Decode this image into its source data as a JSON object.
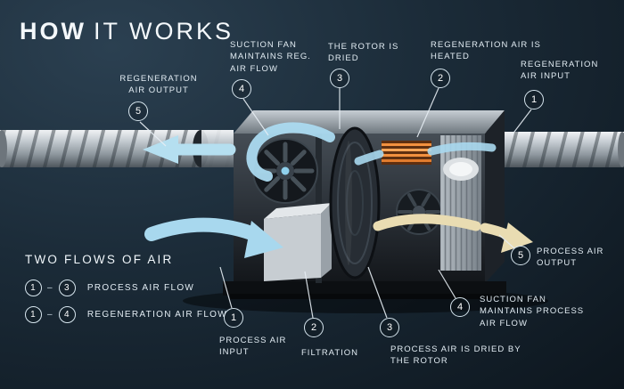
{
  "title": {
    "strong": "HOW",
    "light": "IT WORKS"
  },
  "legend": {
    "heading": "TWO FLOWS OF AIR",
    "dash": "–",
    "rows": [
      {
        "from": "1",
        "to": "3",
        "label": "PROCESS AIR FLOW"
      },
      {
        "from": "1",
        "to": "4",
        "label": "REGENERATION AIR FLOW"
      }
    ]
  },
  "callouts": {
    "reg_air_output": {
      "num": "5",
      "label": "REGENERATION AIR OUTPUT"
    },
    "suction_fan_reg": {
      "num": "4",
      "label": "SUCTION FAN MAINTAINS REG. AIR FLOW"
    },
    "rotor_dried": {
      "num": "3",
      "label": "THE ROTOR IS DRIED"
    },
    "reg_air_heated": {
      "num": "2",
      "label": "REGENERATION AIR IS HEATED"
    },
    "reg_air_input": {
      "num": "1",
      "label": "REGENERATION AIR INPUT"
    },
    "process_air_output": {
      "num": "5",
      "label": "PROCESS AIR OUTPUT"
    },
    "suction_fan_process": {
      "num": "4",
      "label": "SUCTION FAN MAINTAINS PROCESS AIR FLOW"
    },
    "process_air_dried": {
      "num": "3",
      "label": "PROCESS AIR IS DRIED BY THE ROTOR"
    },
    "filtration": {
      "num": "2",
      "label": "FILTRATION"
    },
    "process_air_input": {
      "num": "1",
      "label": "PROCESS AIR INPUT"
    }
  },
  "colors": {
    "background": "#17242f",
    "flow_blue": "#a8d8ee",
    "heater_orange": "#ef8a3a",
    "dry_air_beige": "#e8dcb6",
    "text": "#e8f1f7"
  }
}
